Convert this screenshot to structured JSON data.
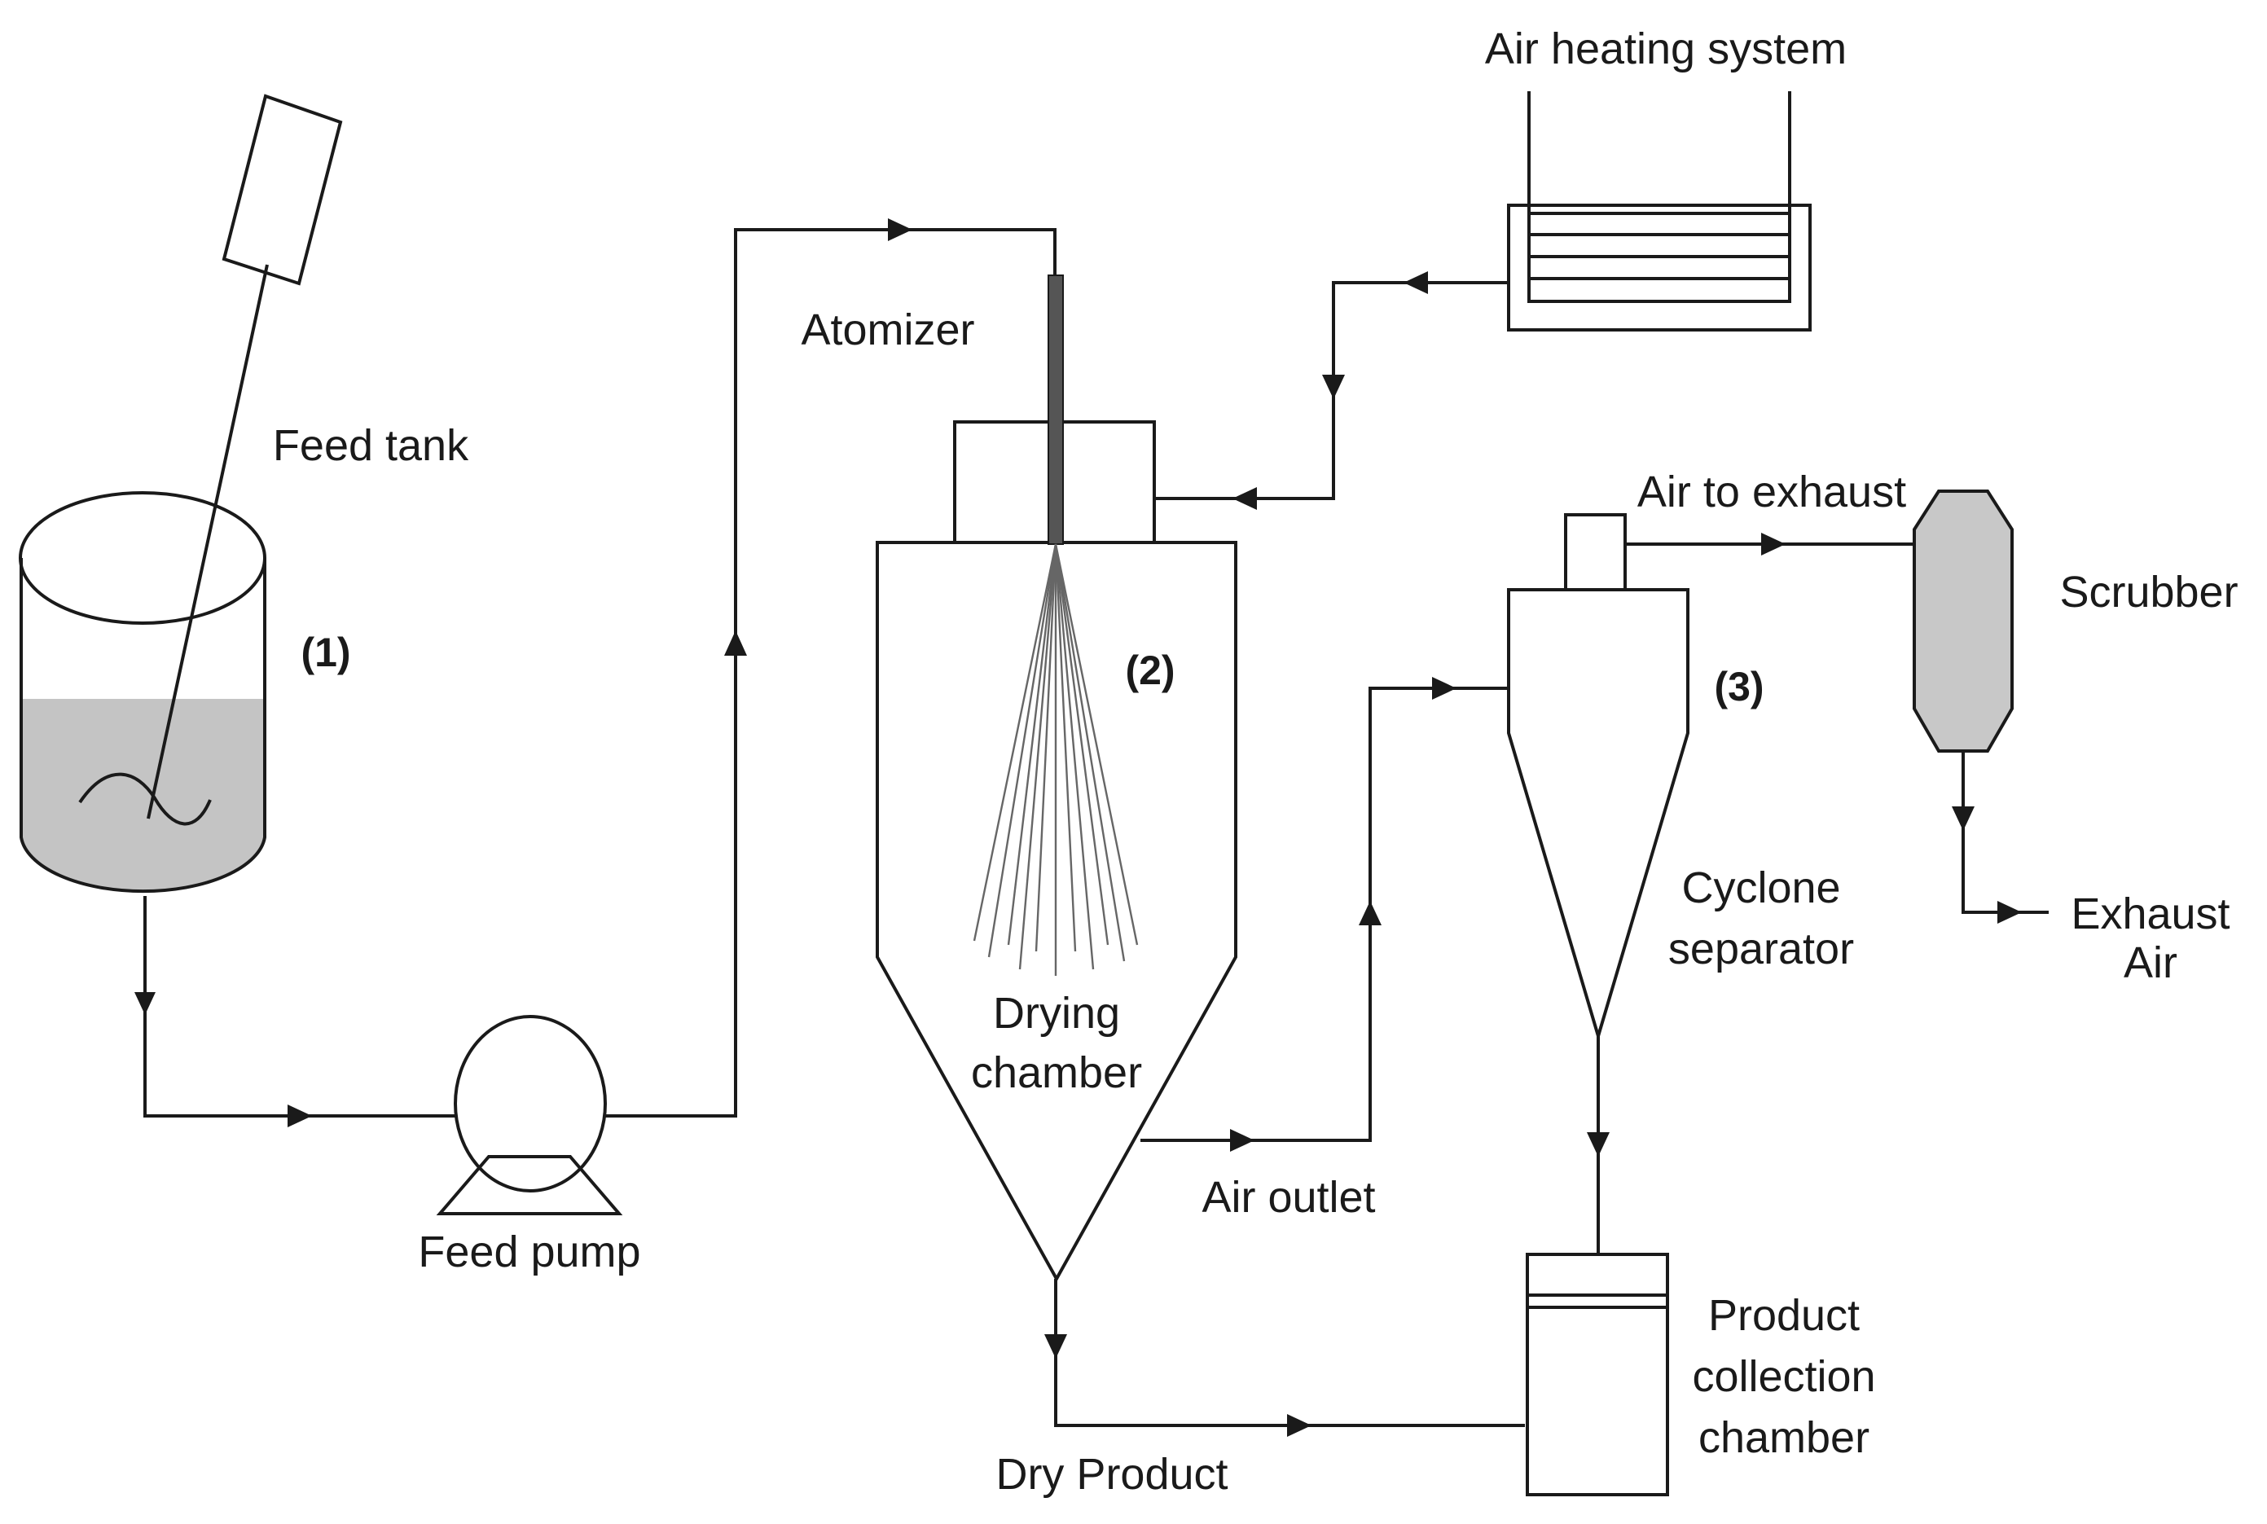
{
  "labels": {
    "feed_tank": "Feed tank",
    "feed_tank_num": "(1)",
    "feed_pump": "Feed pump",
    "atomizer": "Atomizer",
    "air_heating": "Air heating system",
    "drying_chamber_num": "(2)",
    "drying_chamber_l1": "Drying",
    "drying_chamber_l2": "chamber",
    "air_outlet": "Air outlet",
    "dry_product": "Dry Product",
    "cyclone_num": "(3)",
    "cyclone_l1": "Cyclone",
    "cyclone_l2": "separator",
    "air_to_exhaust": "Air to exhaust",
    "scrubber": "Scrubber",
    "exhaust_l1": "Exhaust",
    "exhaust_l2": "Air",
    "product_l1": "Product",
    "product_l2": "collection",
    "product_l3": "chamber"
  },
  "colors": {
    "line": "#1a1a1a",
    "liquid_fill": "#c4c4c4",
    "scrubber_fill": "#c8c8c8",
    "atomizer_nozzle": "#555555"
  }
}
